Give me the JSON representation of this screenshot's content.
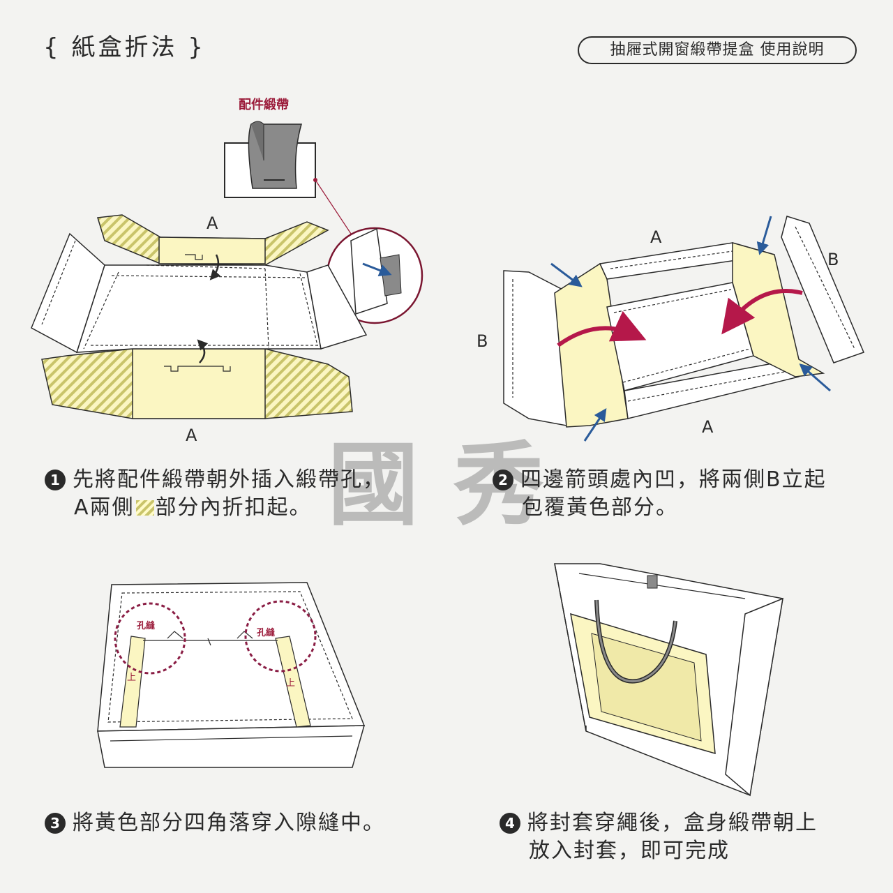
{
  "header": {
    "title": "{ 紙盒折法 }",
    "badge": "抽屜式開窗緞帶提盒 使用說明"
  },
  "callout": {
    "accessory_label": "配件緞帶"
  },
  "labels": {
    "a": "A",
    "b": "B",
    "hole": "孔縫",
    "up": "上"
  },
  "steps": [
    {
      "num": "1",
      "line1": "先將配件緞帶朝外插入緞帶孔，",
      "line2a": "A兩側",
      "line2b": "部分內折扣起。"
    },
    {
      "num": "2",
      "line1": "四邊箭頭處內凹，將兩側B立起",
      "line2": "包覆黃色部分。"
    },
    {
      "num": "3",
      "line1": "將黃色部分四角落穿入隙縫中。"
    },
    {
      "num": "4",
      "line1": "將封套穿繩後，盒身緞帶朝上",
      "line2": "放入封套，即可完成"
    }
  ],
  "watermark": {
    "char1": "國",
    "char2": "秀"
  },
  "colors": {
    "yellow": "#fbf6c2",
    "hatch": "#c9c46a",
    "arrow_red": "#b5184a",
    "arrow_blue": "#2a5b9a",
    "outline": "#2a2a2a"
  }
}
